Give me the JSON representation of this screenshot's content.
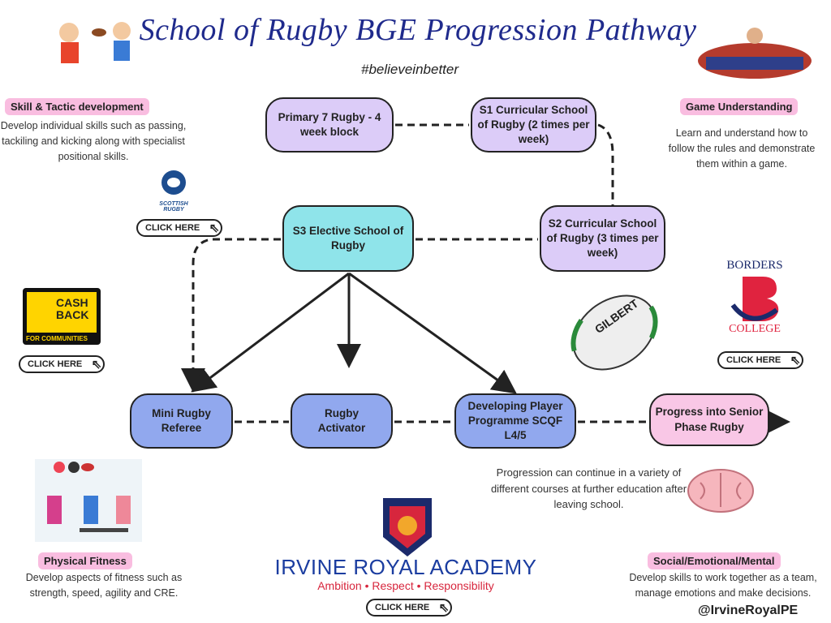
{
  "header": {
    "title": "School of Rugby BGE Progression Pathway",
    "hashtag": "#believeinbetter"
  },
  "nodes": {
    "p7": "Primary 7 Rugby - 4 week block",
    "s1": "S1 Curricular School of Rugby (2 times per week)",
    "s2": "S2 Curricular School of Rugby (3 times per week)",
    "s3": "S3 Elective School of Rugby",
    "referee": "Mini Rugby Referee",
    "activator": "Rugby Activator",
    "dpp": "Developing Player Programme SCQF L4/5",
    "senior": "Progress into Senior Phase Rugby"
  },
  "sections": {
    "skill": {
      "heading": "Skill & Tactic development",
      "text": "Develop individual skills such as passing, tackiling and kicking along with specialist positional skills."
    },
    "game": {
      "heading": "Game Understanding",
      "text": "Learn and understand how to follow the rules and demonstrate them within a game."
    },
    "fitness": {
      "heading": "Physical Fitness",
      "text": "Develop aspects of fitness such as strength, speed, agility and CRE."
    },
    "social": {
      "heading": "Social/Emotional/Mental",
      "text": "Develop skills to work together as a team, manage emotions and make decisions."
    }
  },
  "progression_note": "Progression can continue in a variety of different courses at further education after leaving school.",
  "logos": {
    "scottish_rugby": "SCOTTISH RUGBY",
    "cashback_1": "CASH",
    "cashback_2": "BACK",
    "cashback_3": "FOR COMMUNITIES",
    "borders_1": "BORDERS",
    "borders_2": "COLLEGE",
    "ball": "GILBERT",
    "school": "IRVINE ROYAL ACADEMY",
    "school_motto": "Ambition • Respect • Responsibility"
  },
  "click_label": "CLICK HERE",
  "twitter": "@IrvineRoyalPE",
  "colors": {
    "title": "#1f2a8c",
    "purple": "#dcccf8",
    "cyan": "#8fe4ea",
    "blue": "#91a8ee",
    "pink": "#f9c7e6"
  }
}
